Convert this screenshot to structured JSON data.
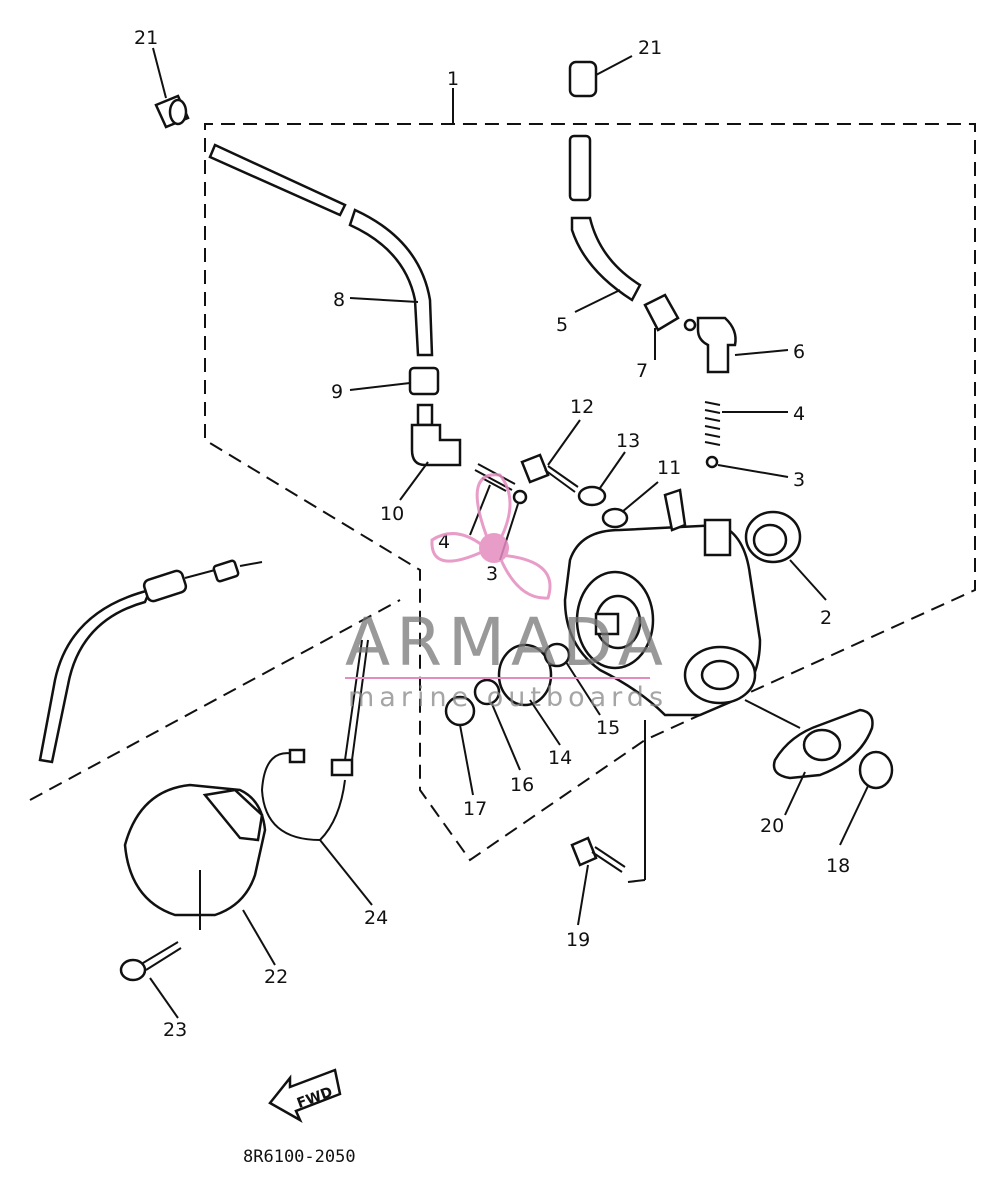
{
  "callouts": {
    "c1": "1",
    "c2": "2",
    "c3a": "3",
    "c3b": "3",
    "c4a": "4",
    "c4b": "4",
    "c5": "5",
    "c6": "6",
    "c7": "7",
    "c8": "8",
    "c9": "9",
    "c10": "10",
    "c11": "11",
    "c12": "12",
    "c13": "13",
    "c14": "14",
    "c15": "15",
    "c16": "16",
    "c17": "17",
    "c18": "18",
    "c19": "19",
    "c20": "20",
    "c21a": "21",
    "c21b": "21",
    "c22": "22",
    "c23": "23",
    "c24": "24"
  },
  "arrow_label": "FWD",
  "diagram_code": "8R6100-2050",
  "watermark": {
    "title": "ARMADA",
    "subtitle": "marine outboards",
    "logo_color": "#e48cc0",
    "text_color": "#777777"
  }
}
